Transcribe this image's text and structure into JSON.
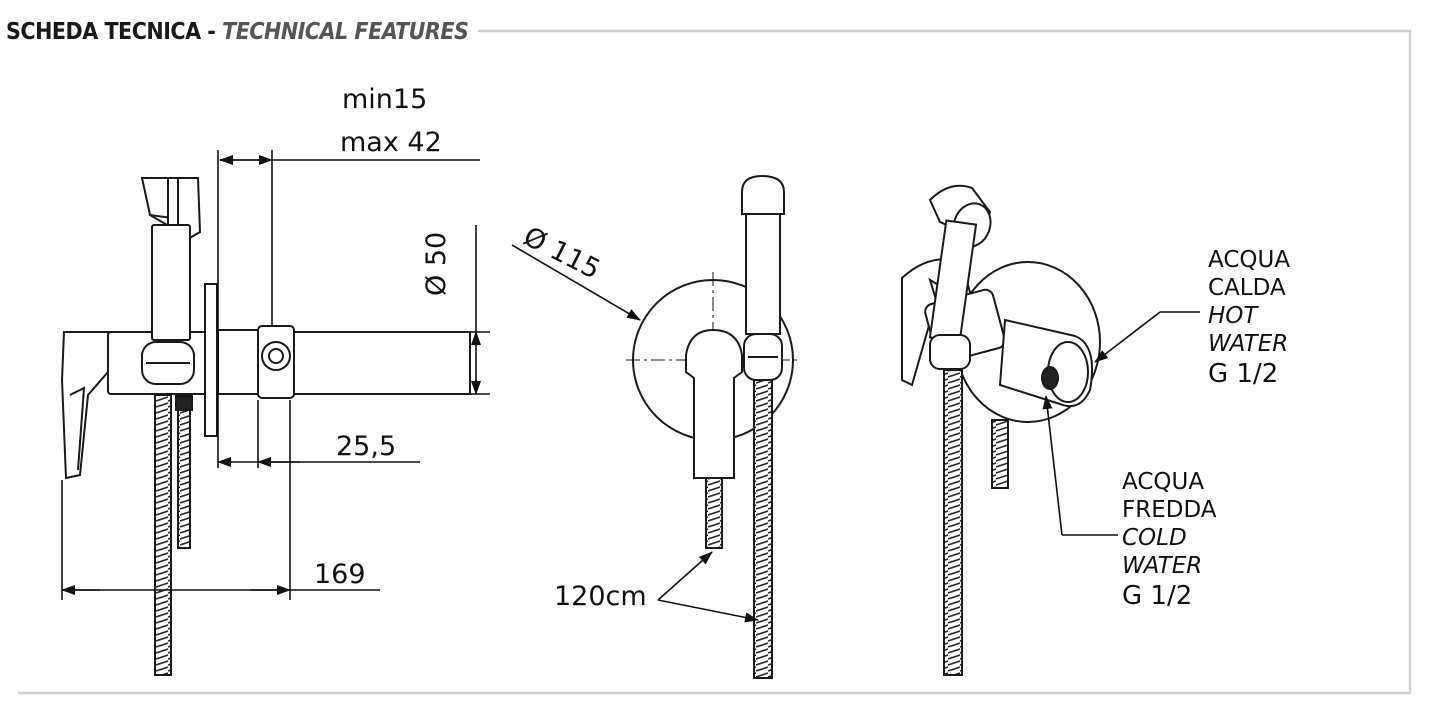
{
  "header": {
    "title_it": "SCHEDA TECNICA - ",
    "title_en": "TECHNICAL FEATURES"
  },
  "dimensions": {
    "min": "min15",
    "max": "max 42",
    "dia_outlet": "Ø 50",
    "dia_plate": "Ø 115",
    "depth": "25,5",
    "length": "169",
    "hose": "120cm"
  },
  "connections": {
    "hot": {
      "it": "ACQUA",
      "it2": "CALDA",
      "en": "HOT",
      "en2": "WATER",
      "thread": "G 1/2"
    },
    "cold": {
      "it": "ACQUA",
      "it2": "FREDDA",
      "en": "COLD",
      "en2": "WATER",
      "thread": "G 1/2"
    }
  },
  "colors": {
    "line": "#1a1a1a",
    "border": "#cfcfcf",
    "hose": "#333333"
  }
}
